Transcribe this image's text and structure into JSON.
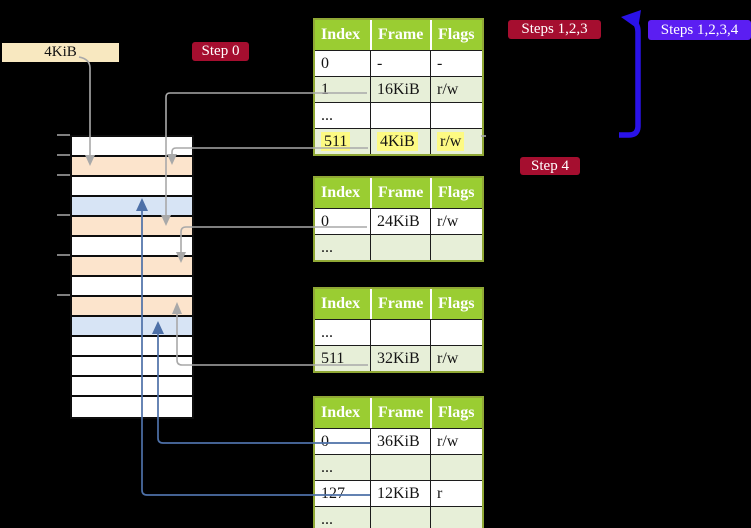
{
  "labels": {
    "size_box": "4KiB",
    "step0": "Step 0",
    "steps123": "Steps 1,2,3",
    "steps1234": "Steps 1,2,3,4",
    "step4": "Step 4"
  },
  "tables": [
    {
      "headers": [
        "Index",
        "Frame",
        "Flags"
      ],
      "rows": [
        {
          "cells": [
            "0",
            "-",
            "-"
          ]
        },
        {
          "cells": [
            "1",
            "16KiB",
            "r/w"
          ]
        },
        {
          "cells": [
            "...",
            "",
            ""
          ]
        },
        {
          "cells": [
            "511",
            "4KiB",
            "r/w"
          ],
          "highlighted": true
        }
      ]
    },
    {
      "headers": [
        "Index",
        "Frame",
        "Flags"
      ],
      "rows": [
        {
          "cells": [
            "0",
            "24KiB",
            "r/w"
          ]
        },
        {
          "cells": [
            "...",
            "",
            ""
          ]
        }
      ]
    },
    {
      "headers": [
        "Index",
        "Frame",
        "Flags"
      ],
      "rows": [
        {
          "cells": [
            "...",
            "",
            ""
          ]
        },
        {
          "cells": [
            "511",
            "32KiB",
            "r/w"
          ]
        }
      ]
    },
    {
      "headers": [
        "Index",
        "Frame",
        "Flags"
      ],
      "rows": [
        {
          "cells": [
            "0",
            "36KiB",
            "r/w"
          ]
        },
        {
          "cells": [
            "...",
            "",
            ""
          ]
        },
        {
          "cells": [
            "127",
            "12KiB",
            "r"
          ]
        },
        {
          "cells": [
            "...",
            "",
            ""
          ]
        }
      ]
    }
  ],
  "memory_strip": {
    "rows": [
      "white",
      "peach",
      "white",
      "blue",
      "peach",
      "white",
      "peach",
      "white",
      "peach",
      "blue",
      "white",
      "white",
      "white",
      "white"
    ]
  },
  "colors": {
    "mem_white": "#ffffff",
    "mem_peach": "#fce4cc",
    "mem_blue": "#d7e4f5",
    "table_header_bg": "#9acd32",
    "table_alt_row_bg": "#e7efd8",
    "table_border": "#90a835",
    "highlight_yellow": "#fdfa83",
    "badge_red": "#a50e2f",
    "badge_blue": "#5b1ef2",
    "big_arrow_blue": "#2a12e8",
    "connector_gray": "#a9a9a9",
    "connector_blue": "#4d70a8",
    "size_box_bg": "#f8e8c0"
  }
}
